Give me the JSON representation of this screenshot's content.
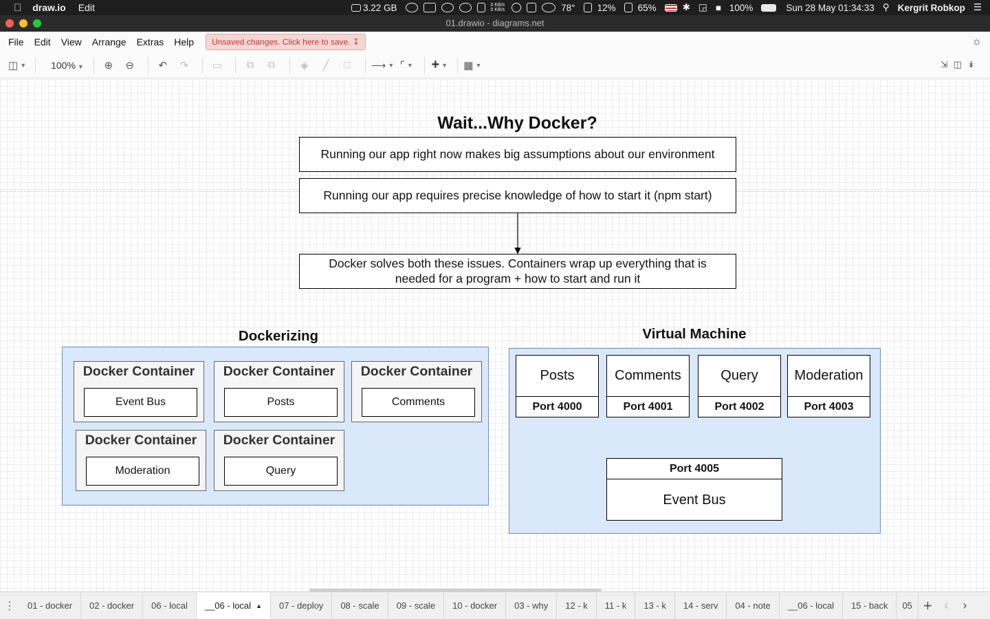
{
  "system_menubar": {
    "app_name": "draw.io",
    "menu_edit": "Edit",
    "memory": "3.22 GB",
    "net_up": "0 KB/s",
    "net_down": "0 KB/s",
    "temperature": "78°",
    "cpu": "12%",
    "ram_pct": "65%",
    "battery": "100%",
    "datetime": "Sun 28 May  01:34:33",
    "user": "Kergrit Robkop"
  },
  "window": {
    "title": "01.drawio - diagrams.net"
  },
  "app_menu": {
    "items": [
      "File",
      "Edit",
      "View",
      "Arrange",
      "Extras",
      "Help"
    ],
    "unsaved_label": "Unsaved changes. Click here to save."
  },
  "toolbar": {
    "zoom": "100%"
  },
  "diagram": {
    "title": "Wait...Why Docker?",
    "box1": "Running our app right now makes big assumptions about our environment",
    "box2": "Running our app requires precise knowledge of how to start it (npm start)",
    "box3": "Docker solves both these issues.  Containers wrap up everything that is needed for a program + how to start and run it",
    "dockerizing": {
      "title": "Dockerizing",
      "containers": [
        {
          "title": "Docker Container",
          "service": "Event Bus"
        },
        {
          "title": "Docker Container",
          "service": "Posts"
        },
        {
          "title": "Docker Container",
          "service": "Comments"
        },
        {
          "title": "Docker Container",
          "service": "Moderation"
        },
        {
          "title": "Docker Container",
          "service": "Query"
        }
      ]
    },
    "vm": {
      "title": "Virtual Machine",
      "services": [
        {
          "name": "Posts",
          "port": "Port 4000"
        },
        {
          "name": "Comments",
          "port": "Port 4001"
        },
        {
          "name": "Query",
          "port": "Port 4002"
        },
        {
          "name": "Moderation",
          "port": "Port 4003"
        }
      ],
      "bus": {
        "port": "Port 4005",
        "name": "Event Bus"
      }
    }
  },
  "page_tabs": {
    "tabs": [
      "01 - docker",
      "02 - docker",
      "06 - local",
      "__06 - local",
      "07 - deploy",
      "08 - scale",
      "09 - scale",
      "10 - docker",
      "03 - why",
      "12 - k",
      "11 - k",
      "13 - k",
      "14 - serv",
      "04 - note",
      "__06 - local",
      "15 - back",
      "05"
    ],
    "active_index": 3
  }
}
